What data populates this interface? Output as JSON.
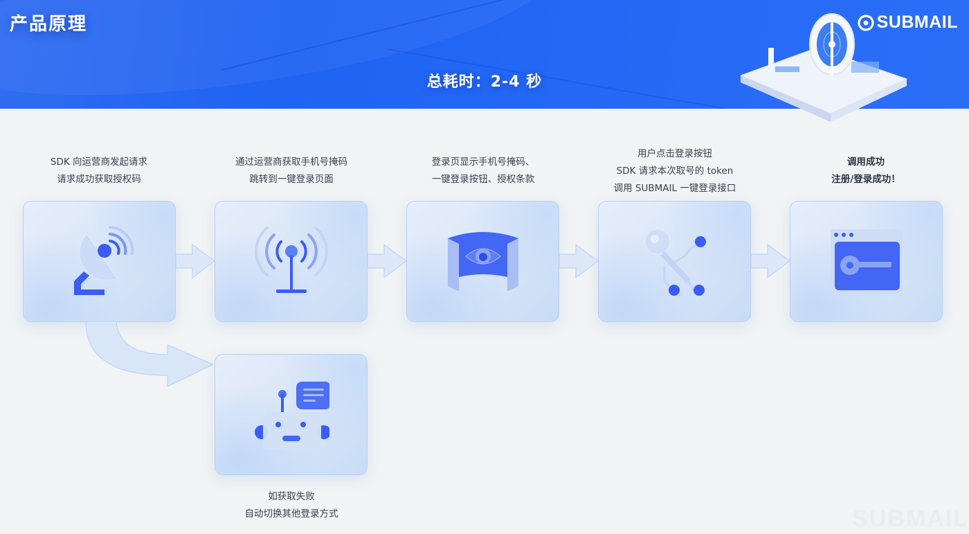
{
  "header": {
    "title": "产品原理",
    "total_time": "总耗时：2-4 秒",
    "brand_name": "SUBMAIL"
  },
  "steps": [
    {
      "lines": [
        "SDK 向运营商发起请求",
        "请求成功获取授权码"
      ],
      "icon": "satellite-dish-icon"
    },
    {
      "lines": [
        "通过运营商获取手机号掩码",
        "跳转到一键登录页面"
      ],
      "icon": "signal-tower-icon"
    },
    {
      "lines": [
        "登录页显示手机号掩码、",
        "一键登录按钮、授权条款"
      ],
      "icon": "eye-screen-icon"
    },
    {
      "lines": [
        "用户点击登录按钮",
        "SDK 请求本次取号的 token",
        "调用 SUBMAIL 一键登录接口"
      ],
      "icon": "key-network-icon"
    },
    {
      "lines": [
        "调用成功",
        "注册/登录成功！"
      ],
      "icon": "browser-key-icon"
    }
  ],
  "fallback": {
    "lines": [
      "如获取失败",
      "自动切换其他登录方式"
    ],
    "icon": "robot-chat-icon"
  },
  "watermark": "SUBMAIL",
  "colors": {
    "header_blue": "#2166f4",
    "icon_blue": "#3a5cf5",
    "card_border": "#b6d1f7",
    "background": "#f1f3f4"
  }
}
